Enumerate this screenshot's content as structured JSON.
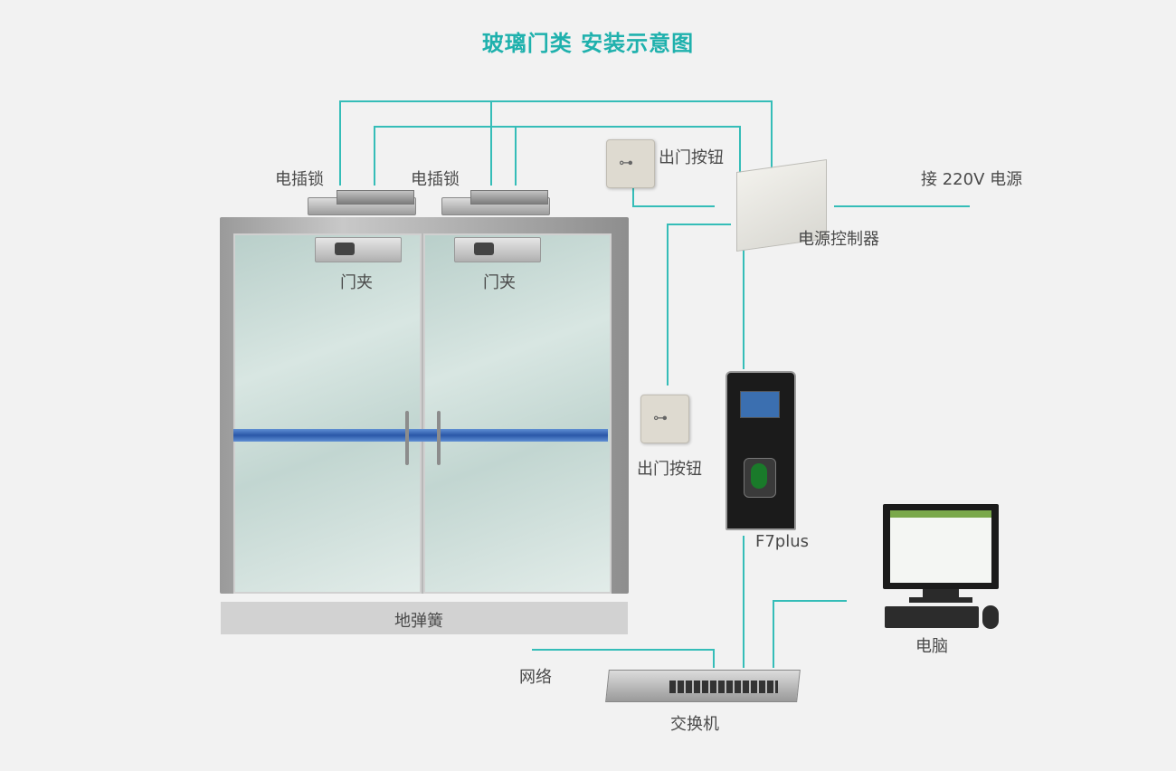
{
  "title": "玻璃门类 安装示意图",
  "labels": {
    "lock_left": "电插锁",
    "lock_right": "电插锁",
    "clamp_left": "门夹",
    "clamp_right": "门夹",
    "exit_button_top": "出门按钮",
    "exit_button_mid": "出门按钮",
    "power_input": "接 220V 电源",
    "power_controller": "电源控制器",
    "device": "F7plus",
    "floor_spring": "地弹簧",
    "computer": "电脑",
    "network": "网络",
    "switch": "交换机"
  },
  "colors": {
    "accent": "#1fb1ad",
    "wire": "#35bdb8",
    "door_bar": "#2a57a8"
  },
  "icons": {
    "exit_button": "key-icon",
    "fingerprint": "fingerprint-icon"
  }
}
